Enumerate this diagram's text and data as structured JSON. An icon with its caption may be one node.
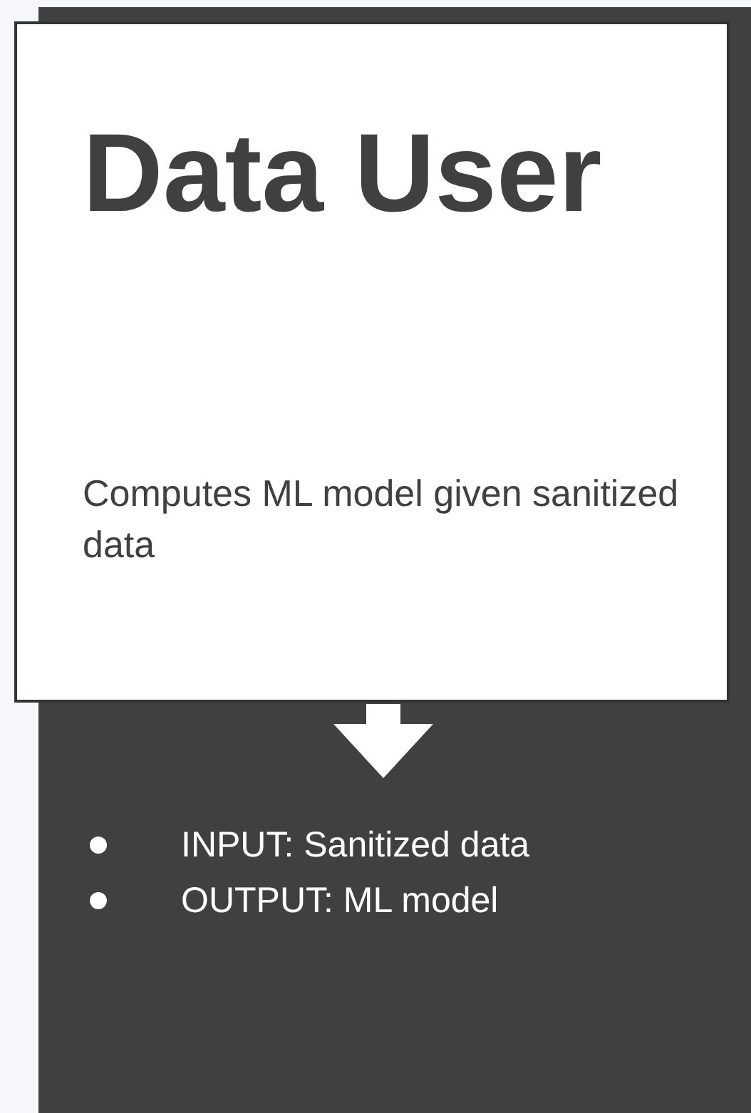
{
  "diagram": {
    "nodes": [
      {
        "text": [
          "Data User",
          "Computes ML model given sanitized data"
        ]
      },
      {
        "text": [
          "INPUT: Sanitized data",
          "OUTPUT: ML model"
        ]
      }
    ],
    "edges": [
      {
        "from": 0,
        "to": 1,
        "arrow": "to"
      }
    ]
  }
}
